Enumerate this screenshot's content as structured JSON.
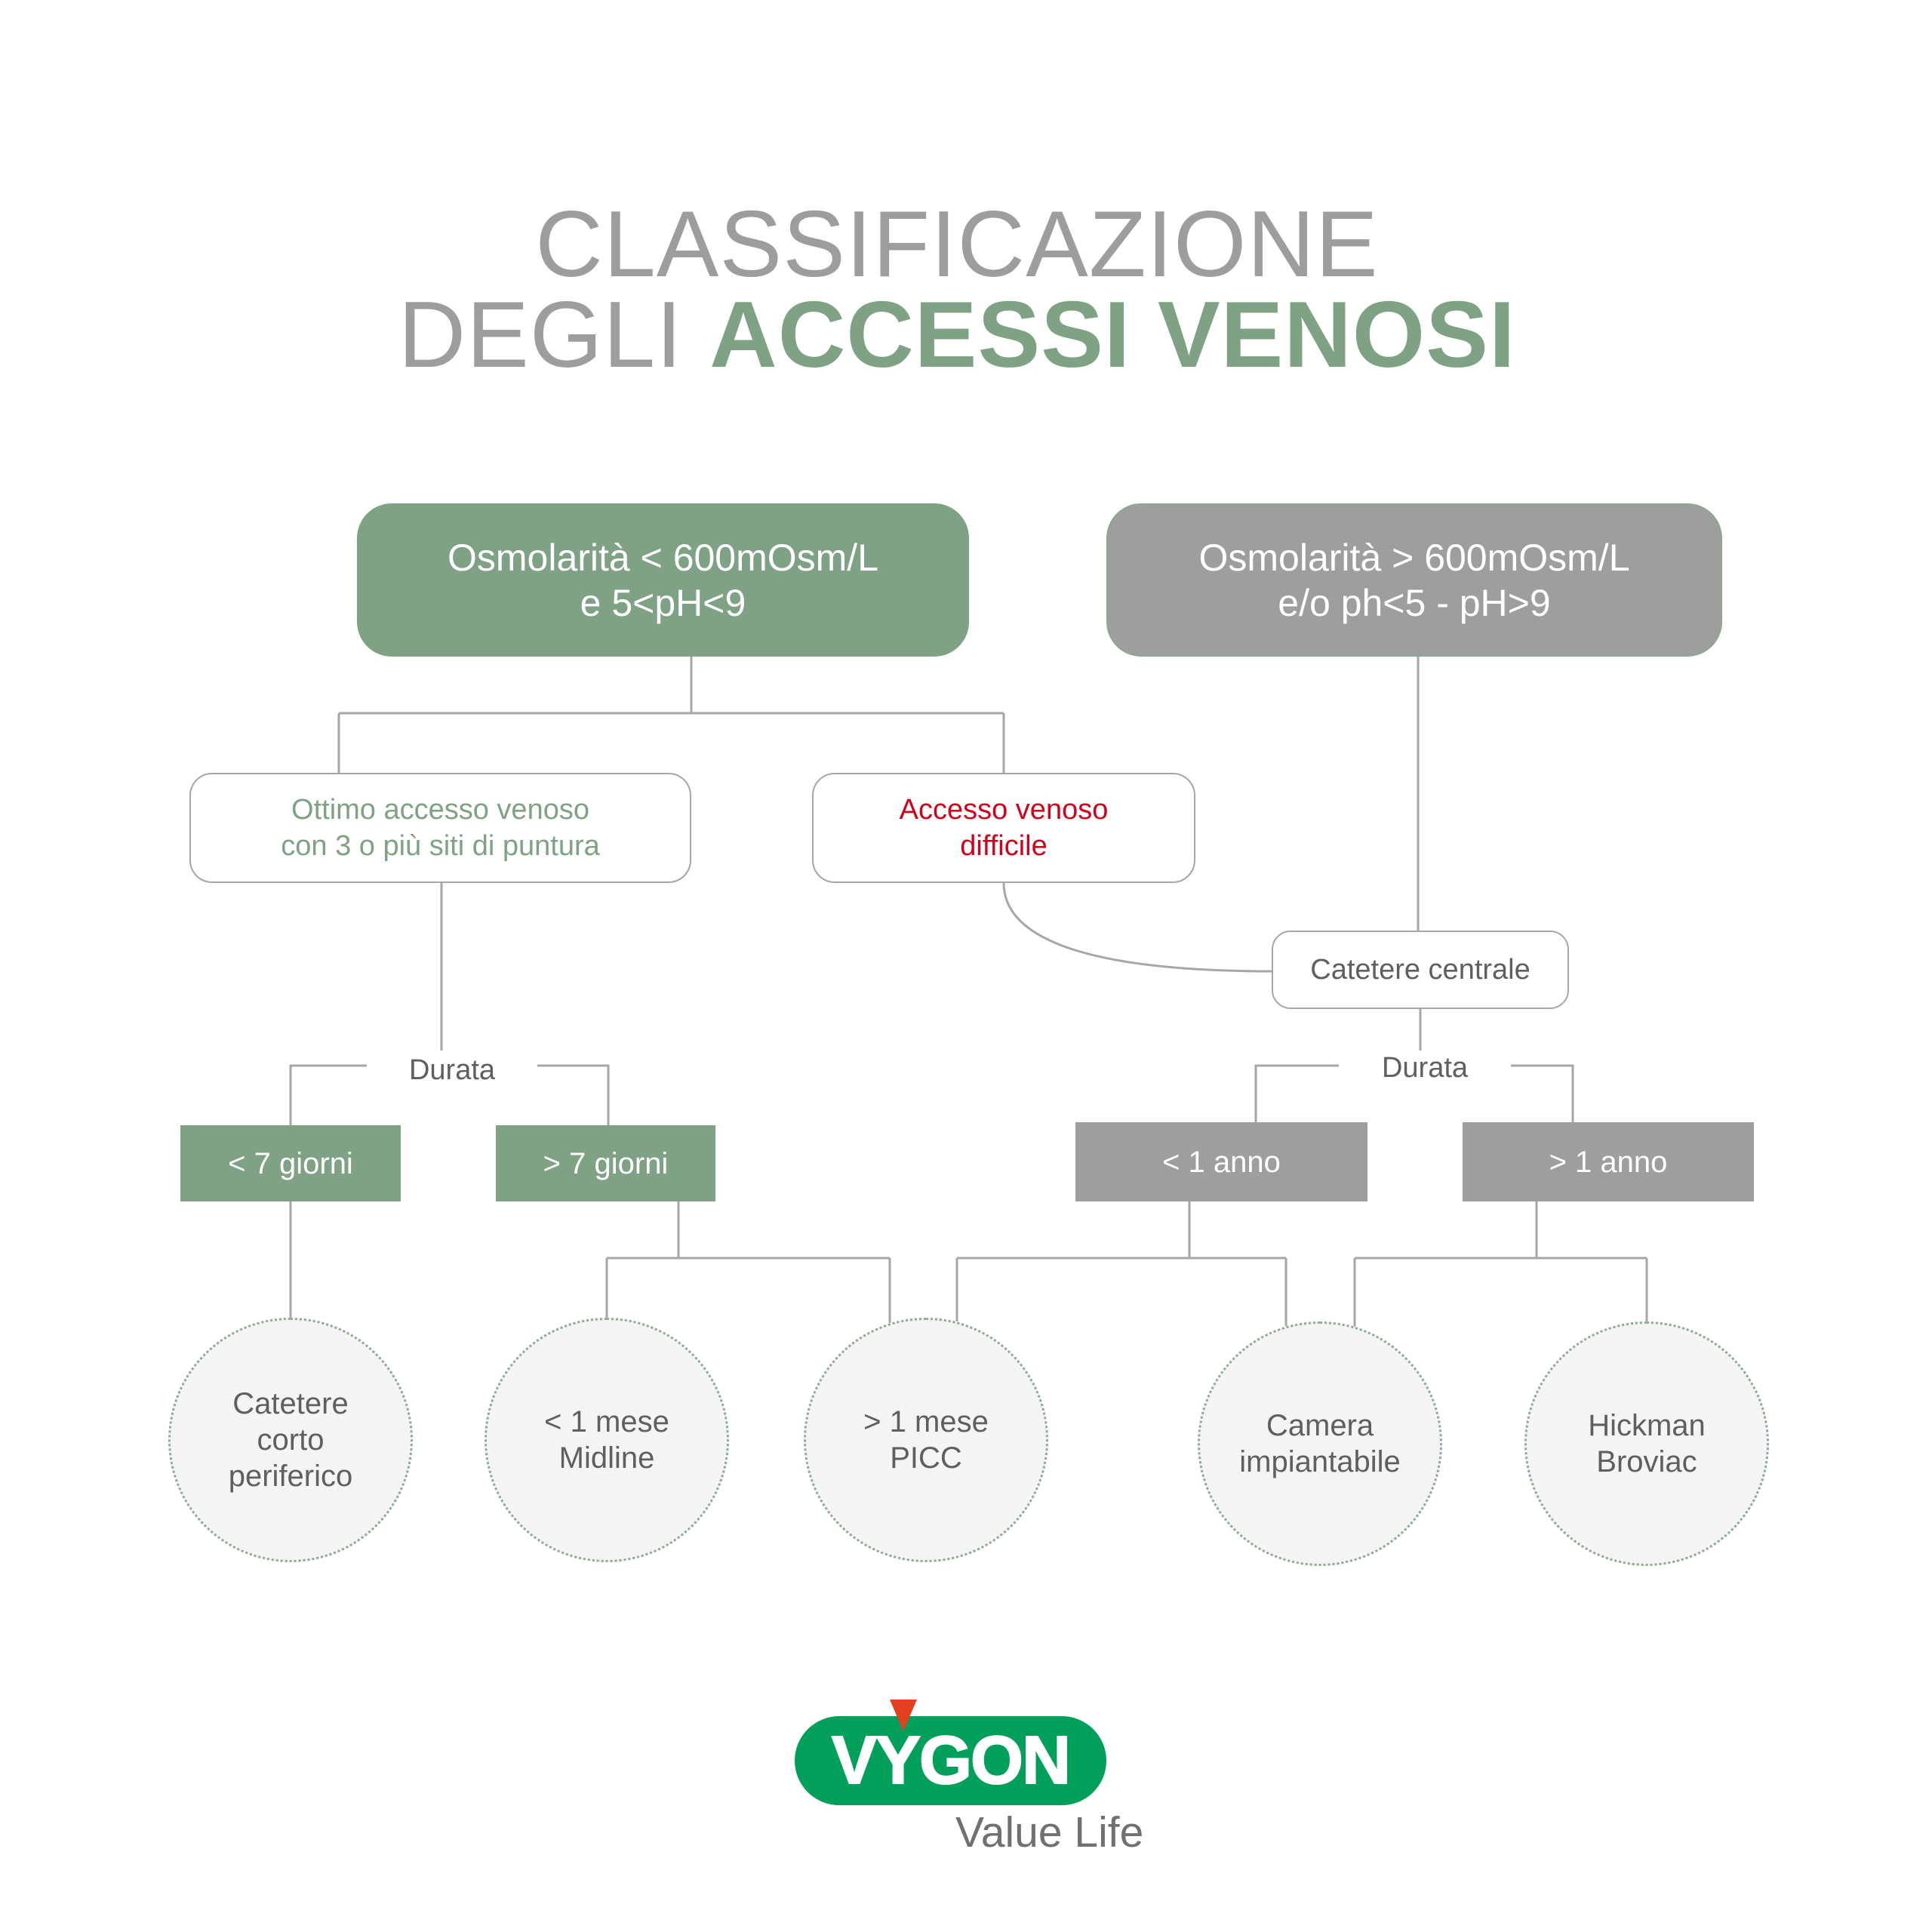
{
  "title": {
    "line1": "CLASSIFICAZIONE",
    "line2_plain": "DEGLI ",
    "line2_accent": "ACCESSI VENOSI"
  },
  "colors": {
    "accent_green": "#7ea283",
    "box_gray": "#9e9e9e",
    "title_gray": "#9d9d9d",
    "warning_red": "#d0021b",
    "brand_green": "#00a05a",
    "brand_red": "#e2401e"
  },
  "nodes": {
    "low_osm": {
      "line1": "Osmolarità < 600mOsm/L",
      "line2": "e 5<pH<9"
    },
    "high_osm": {
      "line1": "Osmolarità > 600mOsm/L",
      "line2": "e/o ph<5 - pH>9"
    },
    "good_access": {
      "line1": "Ottimo accesso venoso",
      "line2": "con 3 o più siti di puntura"
    },
    "difficult_access": {
      "line1": "Accesso venoso",
      "line2": "difficile"
    },
    "central_catheter": "Catetere centrale",
    "duration_left": "Durata",
    "duration_right": "Durata",
    "lt7": "< 7 giorni",
    "gt7": "> 7 giorni",
    "lt1y": "< 1 anno",
    "gt1y": "> 1 anno",
    "short_peripheral": [
      "Catetere",
      "corto",
      "periferico"
    ],
    "midline": [
      "< 1 mese",
      "Midline"
    ],
    "picc": [
      "> 1 mese",
      "PICC"
    ],
    "port": [
      "Camera",
      "impiantabile"
    ],
    "hickman": [
      "Hickman",
      "Broviac"
    ]
  },
  "logo": {
    "brand": "VYGON",
    "tagline": "Value Life",
    "icon": "red-triangle-icon"
  }
}
